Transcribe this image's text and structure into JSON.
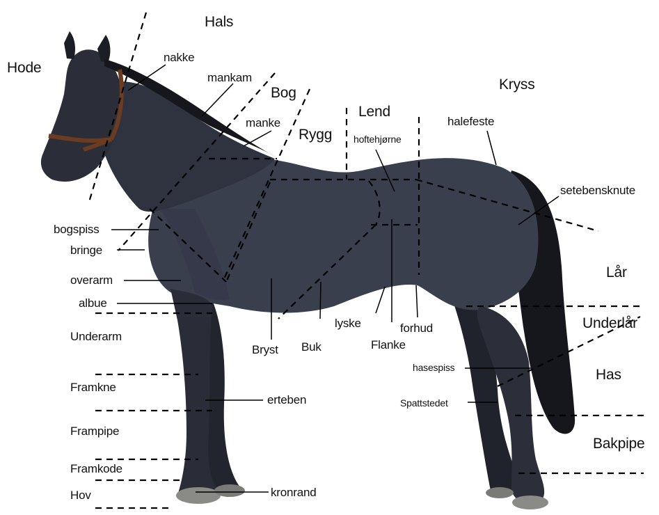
{
  "colors": {
    "horse_body": "#3a3f4e",
    "horse_shadow": "#262a35",
    "hair": "#15171c",
    "background": "#ffffff",
    "lines": "#000000"
  },
  "regions": {
    "hode": "Hode",
    "hals": "Hals",
    "bog": "Bog",
    "rygg": "Rygg",
    "lend": "Lend",
    "kryss": "Kryss",
    "lar": "Lår",
    "underlar": "Underlår",
    "has": "Has",
    "bakpipe": "Bakpipe",
    "underarm": "Underarm",
    "framkne": "Framkne",
    "frampipe": "Frampipe",
    "framkode": "Framkode",
    "hov": "Hov",
    "bryst": "Bryst",
    "buk": "Buk",
    "flanke": "Flanke"
  },
  "parts": {
    "nakke": "nakke",
    "mankam": "mankam",
    "manke": "manke",
    "hoftehjorne": "hoftehjørne",
    "halefeste": "halefeste",
    "setebensknute": "setebensknute",
    "bogspiss": "bogspiss",
    "bringe": "bringe",
    "overarm": "overarm",
    "albue": "albue",
    "lyske": "lyske",
    "forhud": "forhud",
    "erteben": "erteben",
    "hasespiss": "hasespiss",
    "spattstedet": "Spattstedet",
    "kronrand": "kronrand"
  }
}
